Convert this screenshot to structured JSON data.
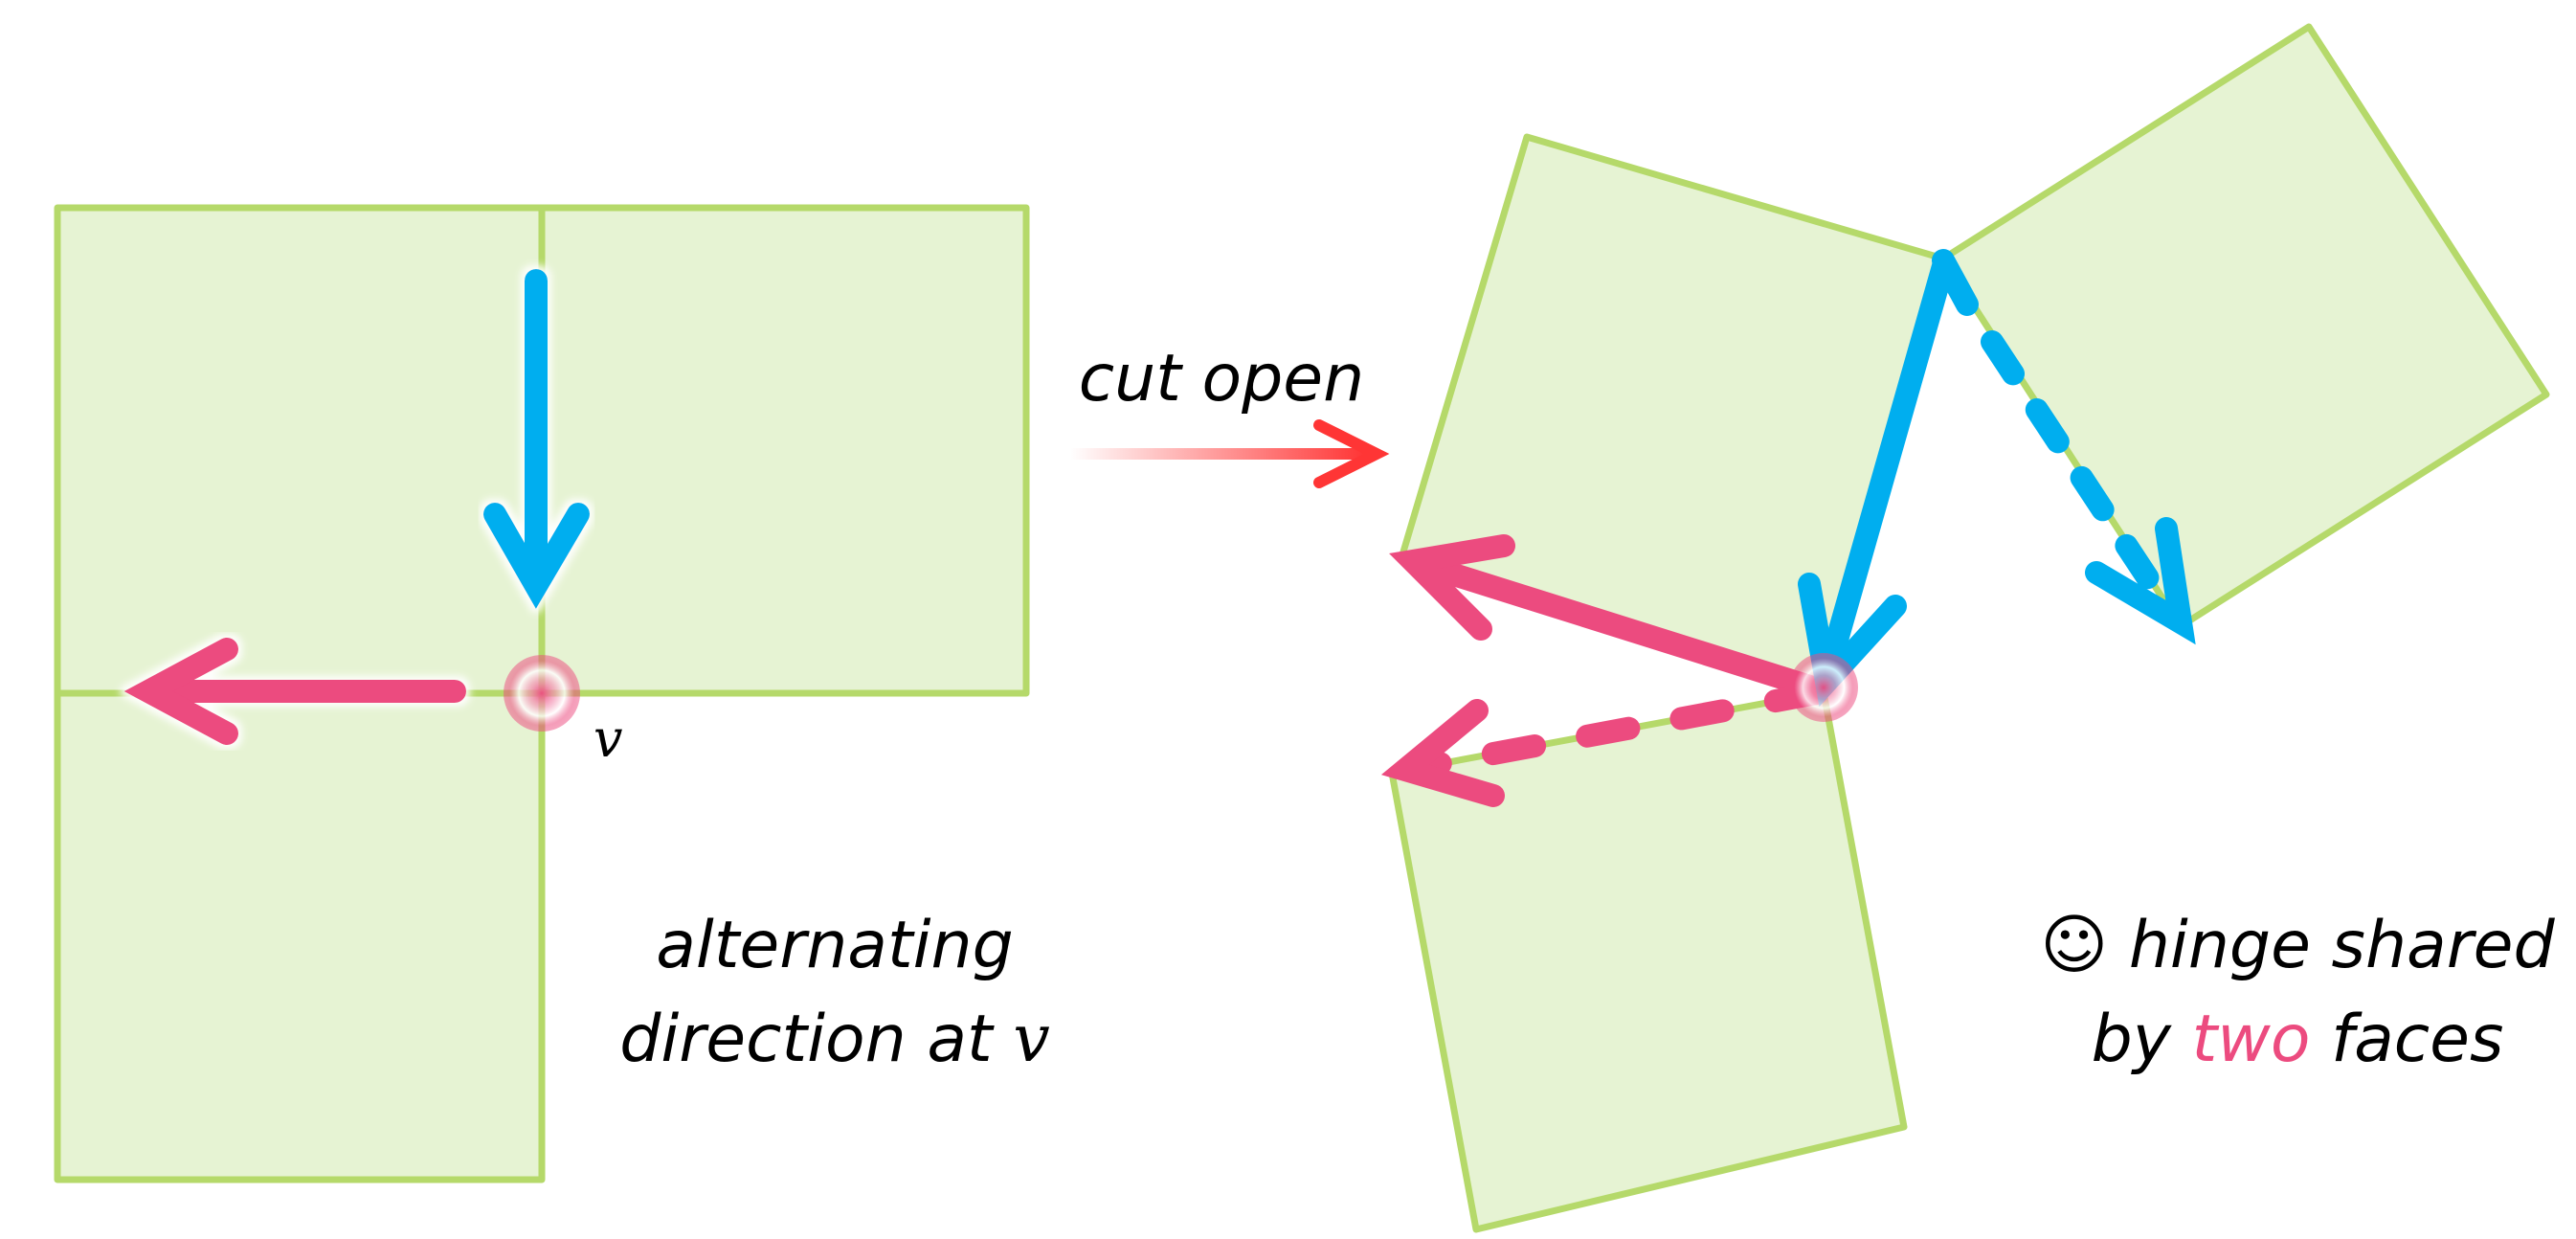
{
  "figure": {
    "type": "diagram",
    "description": "Cutting open faces around a vertex v: alternating edge directions vs. hinge shared by two faces",
    "colors": {
      "face_fill": "#e6f3d3",
      "face_stroke": "#b5d96a",
      "blue_arrow": "#00aeef",
      "pink_arrow": "#ec4b7f",
      "cut_arrow": "#ff2a2a",
      "highlight_word": "#ec4b7f"
    }
  },
  "left_panel": {
    "vertex_label": "v",
    "caption_line1": "alternating",
    "caption_line2_prefix": "direction at ",
    "caption_line2_var": "v",
    "faces": 3,
    "arrows": [
      {
        "color": "blue",
        "style": "solid",
        "direction": "down",
        "into": "v"
      },
      {
        "color": "pink",
        "style": "solid",
        "direction": "left",
        "out_of": "v"
      }
    ]
  },
  "middle": {
    "cut_label": "cut open",
    "arrow_icon": "right-arrow-icon"
  },
  "right_panel": {
    "smiley_icon": "☺",
    "caption_line1": "hinge shared",
    "caption_line2_prefix": "by ",
    "caption_line2_highlight": "two",
    "caption_line2_suffix": " faces",
    "faces": 3,
    "arrows": [
      {
        "color": "blue",
        "style": "solid"
      },
      {
        "color": "blue",
        "style": "dashed"
      },
      {
        "color": "pink",
        "style": "solid"
      },
      {
        "color": "pink",
        "style": "dashed"
      }
    ]
  }
}
